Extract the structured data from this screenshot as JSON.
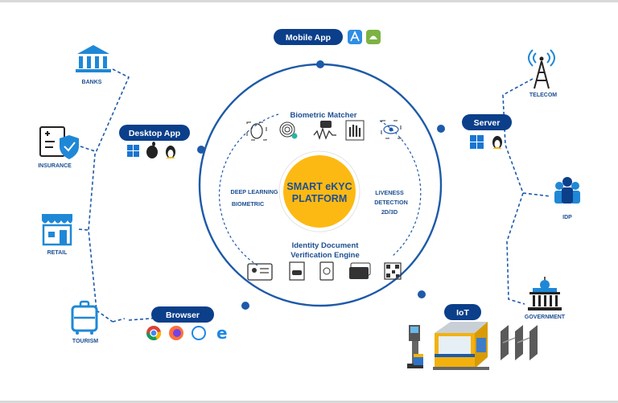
{
  "platform": {
    "title_line1": "SMART eKYC",
    "title_line2": "PLATFORM",
    "core_color": "#fdb913",
    "ring_color": "#1d5aa8",
    "pill_color": "#0b3f8a"
  },
  "channels": {
    "mobile_app": "Mobile App",
    "desktop_app": "Desktop App",
    "server": "Server",
    "browser": "Browser",
    "iot": "IoT"
  },
  "inner": {
    "biometric_matcher": "Biometric Matcher",
    "id_engine_line1": "Identity Document",
    "id_engine_line2": "Verification Engine",
    "deep_learning": "DEEP LEARNING",
    "biometric": "BIOMETRIC",
    "liveness": "LIVENESS",
    "detection": "DETECTION",
    "dim": "2D/3D"
  },
  "sectors_left": {
    "banks": "BANKS",
    "insurance": "INSURANCE",
    "retail": "RETAIL",
    "tourism": "TOURISM"
  },
  "sectors_right": {
    "telecom": "TELECOM",
    "idp": "IDP",
    "government": "GOVERNMENT"
  },
  "icons": {
    "mobile": [
      "app-store-icon",
      "android-icon"
    ],
    "desktop": [
      "windows-icon",
      "apple-icon",
      "linux-icon"
    ],
    "server": [
      "windows-icon",
      "linux-icon"
    ],
    "browser": [
      "chrome-icon",
      "firefox-icon",
      "safari-icon",
      "edge-icon"
    ],
    "biometric": [
      "face-icon",
      "fingerprint-icon",
      "voice-icon",
      "palm-icon",
      "iris-icon"
    ],
    "documents": [
      "id-card-icon",
      "passport-icon",
      "credit-card-icon",
      "qr-code-icon"
    ]
  }
}
